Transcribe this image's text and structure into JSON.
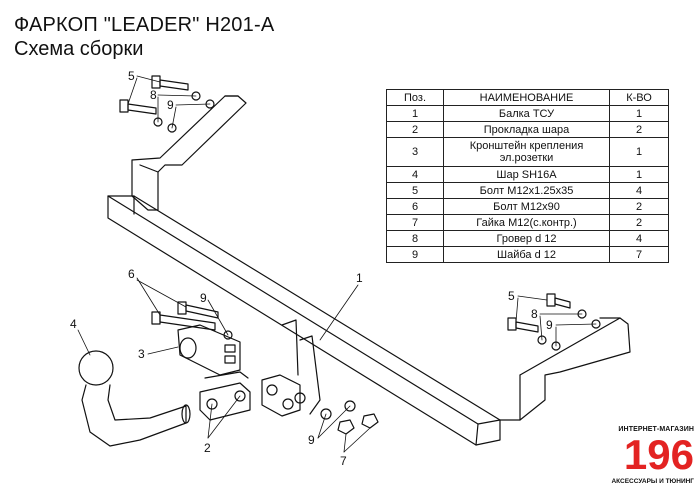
{
  "header": {
    "title": "ФАРКОП \"LEADER\" H201-A",
    "subtitle": "Схема сборки"
  },
  "parts_table": {
    "columns": [
      "Поз.",
      "НАИМЕНОВАНИЕ",
      "К-ВО"
    ],
    "rows": [
      {
        "pos": "1",
        "name": "Балка ТСУ",
        "qty": "1"
      },
      {
        "pos": "2",
        "name": "Прокладка шара",
        "qty": "2"
      },
      {
        "pos": "3",
        "name": "Кронштейн крепления эл.розетки",
        "qty": "1"
      },
      {
        "pos": "4",
        "name": "Шар SH16A",
        "qty": "1"
      },
      {
        "pos": "5",
        "name": "Болт М12х1.25х35",
        "qty": "4"
      },
      {
        "pos": "6",
        "name": "Болт М12х90",
        "qty": "2"
      },
      {
        "pos": "7",
        "name": "Гайка М12(с.контр.)",
        "qty": "2"
      },
      {
        "pos": "8",
        "name": "Гровер d 12",
        "qty": "4"
      },
      {
        "pos": "9",
        "name": "Шайба d 12",
        "qty": "7"
      }
    ]
  },
  "callouts": {
    "c5a": "5",
    "c8a": "8",
    "c9a": "9",
    "c1": "1",
    "c6": "6",
    "c9b": "9",
    "c4": "4",
    "c3": "3",
    "c2": "2",
    "c5b": "5",
    "c8b": "8",
    "c9c": "9",
    "c9d": "9",
    "c7": "7"
  },
  "brand": {
    "top": "ИНТЕРНЕТ-МАГАЗИН",
    "number": "196",
    "bottom": "АКСЕССУАРЫ И ТЮНИНГ",
    "color": "#e32322"
  }
}
